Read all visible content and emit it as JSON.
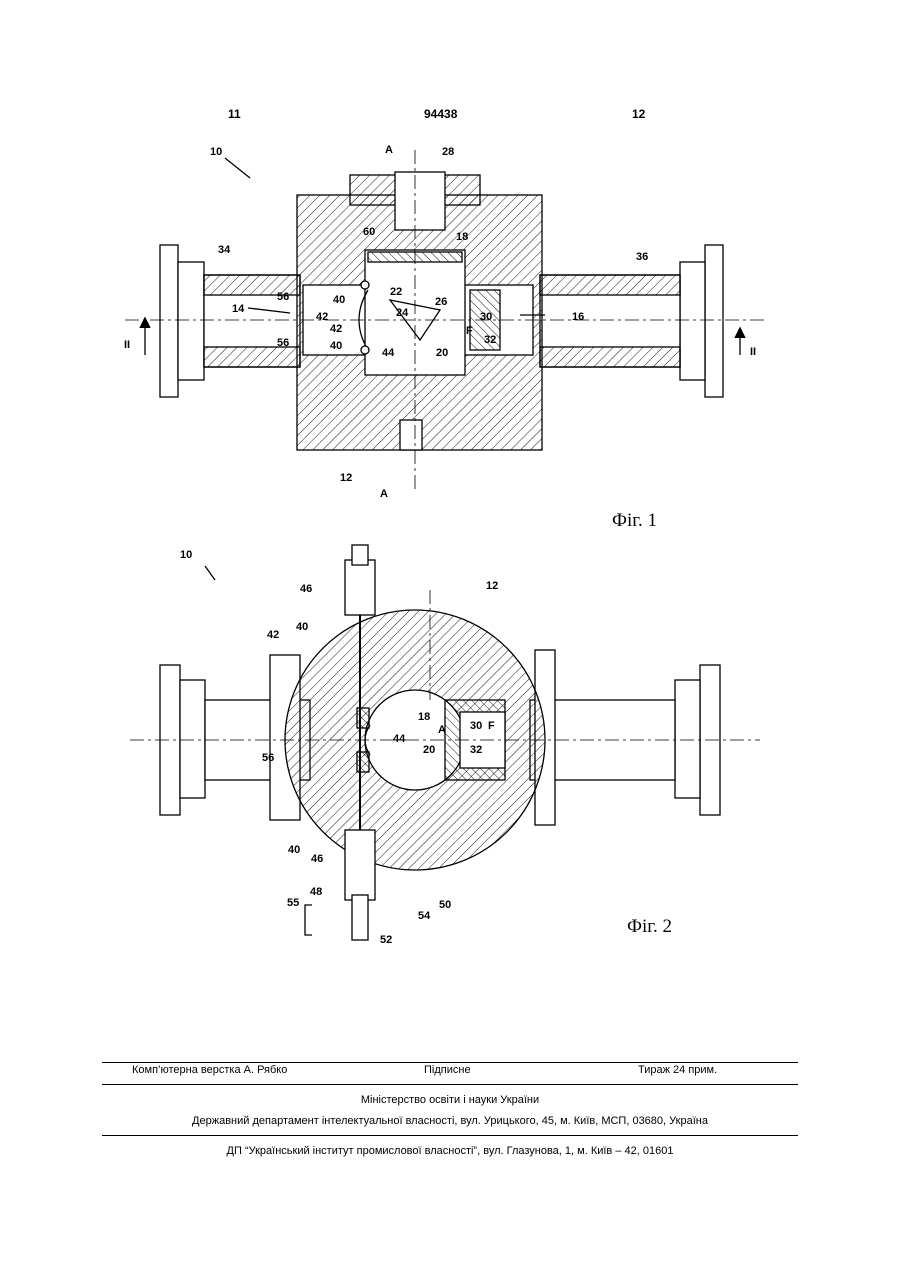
{
  "header": {
    "left_page": "11",
    "patent_number": "94438",
    "right_page": "12"
  },
  "fig1": {
    "caption": "Фіг. 1",
    "labels": {
      "ref_10": "10",
      "axis_A_top": "A",
      "ref_28": "28",
      "ref_60": "60",
      "ref_18": "18",
      "ref_34": "34",
      "ref_36": "36",
      "ref_56a": "56",
      "ref_40a": "40",
      "ref_22": "22",
      "ref_26": "26",
      "ref_14": "14",
      "ref_42a": "42",
      "ref_24": "24",
      "ref_30": "30",
      "ref_16": "16",
      "ref_42b": "42",
      "ref_F": "F",
      "ref_32": "32",
      "ref_56b": "56",
      "ref_40b": "40",
      "ref_44": "44",
      "ref_20": "20",
      "section_II_left": "II",
      "section_II_right": "II",
      "ref_12": "12",
      "axis_A_bottom": "A"
    }
  },
  "fig2": {
    "caption": "Фіг. 2",
    "labels": {
      "ref_10": "10",
      "ref_12": "12",
      "ref_46a": "46",
      "ref_40a": "40",
      "ref_42": "42",
      "ref_18": "18",
      "ref_30": "30",
      "ref_F": "F",
      "ref_A": "A",
      "ref_44": "44",
      "ref_20": "20",
      "ref_32": "32",
      "ref_56": "56",
      "ref_40b": "40",
      "ref_46b": "46",
      "ref_48": "48",
      "ref_55": "55",
      "ref_50": "50",
      "ref_54": "54",
      "ref_52": "52"
    }
  },
  "footer": {
    "typesetting": "Комп’ютерна верстка А. Рябко",
    "signed": "Підписне",
    "circulation": "Тираж 24 прим.",
    "ministry": "Міністерство освіти і науки України",
    "department": "Державний департамент інтелектуальної власності, вул. Урицького, 45, м. Київ, МСП, 03680, Україна",
    "institute": "ДП “Український інститут промислової власності”, вул. Глазунова, 1, м. Київ – 42, 01601"
  }
}
